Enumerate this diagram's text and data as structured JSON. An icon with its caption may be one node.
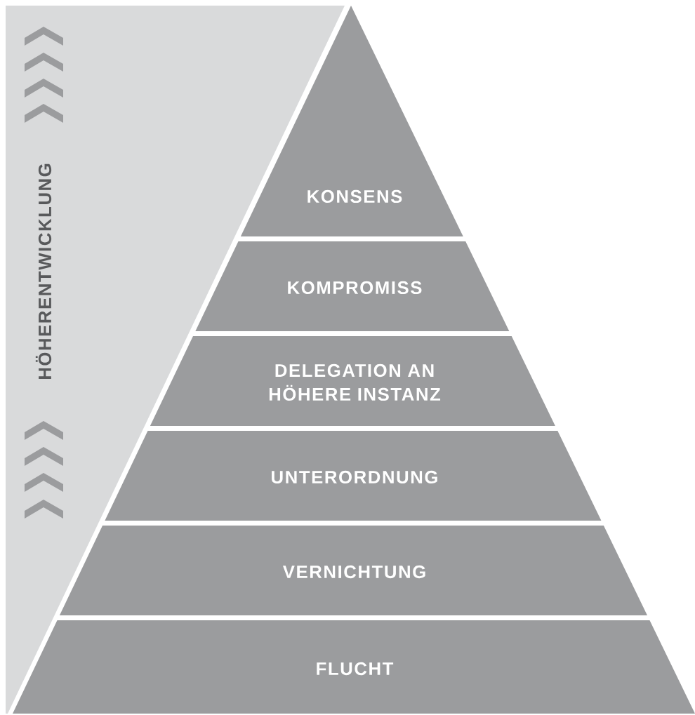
{
  "diagram": {
    "nodes": [
      {
        "text": [
          "KONSENS"
        ]
      },
      {
        "text": [
          "KOMPROMISS"
        ]
      },
      {
        "text": [
          "DELEGATION AN HÖHERE INSTANZ"
        ]
      },
      {
        "text": [
          "UNTERORDNUNG"
        ]
      },
      {
        "text": [
          "VERNICHTUNG"
        ]
      },
      {
        "text": [
          "FLUCHT"
        ]
      }
    ],
    "labels": [
      "HÖHERENTWICKLUNG"
    ]
  }
}
